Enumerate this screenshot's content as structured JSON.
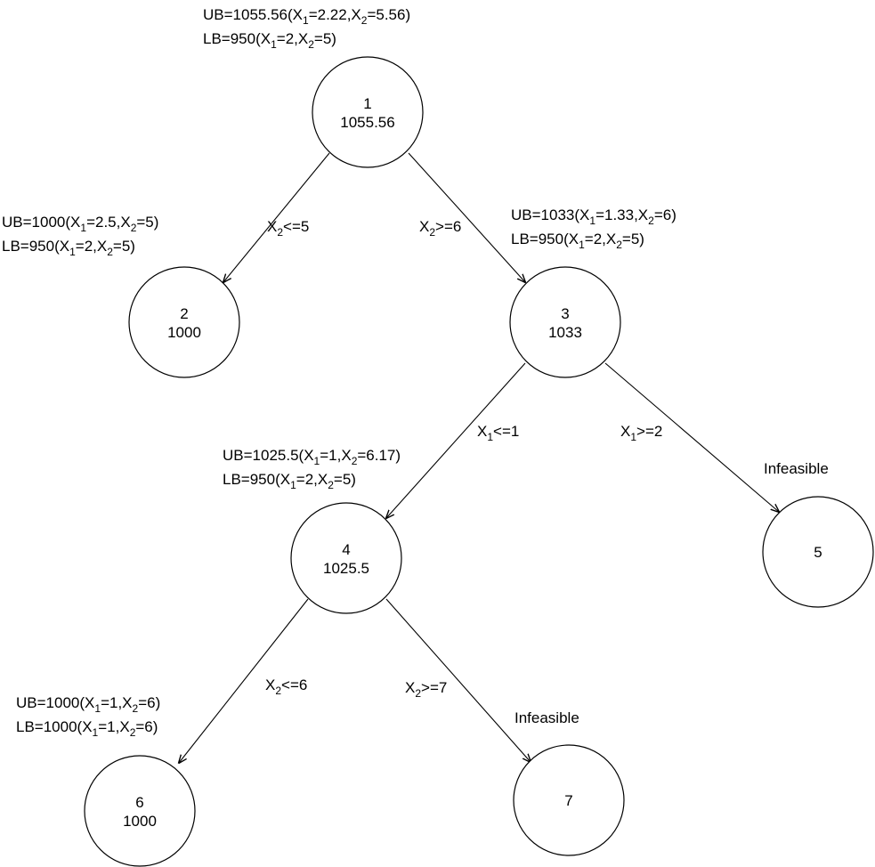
{
  "nodes": [
    {
      "id": "1",
      "label": "1",
      "value": "1055.56"
    },
    {
      "id": "2",
      "label": "2",
      "value": "1000"
    },
    {
      "id": "3",
      "label": "3",
      "value": "1033"
    },
    {
      "id": "4",
      "label": "4",
      "value": "1025.5"
    },
    {
      "id": "5",
      "label": "5",
      "value": ""
    },
    {
      "id": "6",
      "label": "6",
      "value": "1000"
    },
    {
      "id": "7",
      "label": "7",
      "value": ""
    }
  ],
  "edges": [
    {
      "from": "1",
      "to": "2",
      "label": {
        "var": "X",
        "sub": "2",
        "op": "<=5"
      }
    },
    {
      "from": "1",
      "to": "3",
      "label": {
        "var": "X",
        "sub": "2",
        "op": ">=6"
      }
    },
    {
      "from": "3",
      "to": "4",
      "label": {
        "var": "X",
        "sub": "1",
        "op": "<=1"
      }
    },
    {
      "from": "3",
      "to": "5",
      "label": {
        "var": "X",
        "sub": "1",
        "op": ">=2"
      }
    },
    {
      "from": "4",
      "to": "6",
      "label": {
        "var": "X",
        "sub": "2",
        "op": "<=6"
      }
    },
    {
      "from": "4",
      "to": "7",
      "label": {
        "var": "X",
        "sub": "2",
        "op": ">=7"
      }
    }
  ],
  "bounds": [
    {
      "node": "1",
      "ub": {
        "prefix": "UB=1055.56(",
        "x1": "2.22",
        "x2": "5.56"
      },
      "lb": {
        "prefix": "LB=950(",
        "x1": "2",
        "x2": "5"
      }
    },
    {
      "node": "2",
      "ub": {
        "prefix": "UB=1000(",
        "x1": "2.5",
        "x2": "5"
      },
      "lb": {
        "prefix": "LB=950(",
        "x1": "2",
        "x2": "5"
      }
    },
    {
      "node": "3",
      "ub": {
        "prefix": "UB=1033(",
        "x1": "1.33",
        "x2": "6"
      },
      "lb": {
        "prefix": "LB=950(",
        "x1": "2",
        "x2": "5"
      }
    },
    {
      "node": "4",
      "ub": {
        "prefix": "UB=1025.5(",
        "x1": "1",
        "x2": "6.17"
      },
      "lb": {
        "prefix": "LB=950(",
        "x1": "2",
        "x2": "5"
      }
    },
    {
      "node": "6",
      "ub": {
        "prefix": "UB=1000(",
        "x1": "1",
        "x2": "6"
      },
      "lb": {
        "prefix": "LB=1000(",
        "x1": "1",
        "x2": "6"
      }
    }
  ],
  "notes": [
    {
      "node": "5",
      "text": "Infeasible"
    },
    {
      "node": "7",
      "text": "Infeasible"
    }
  ]
}
